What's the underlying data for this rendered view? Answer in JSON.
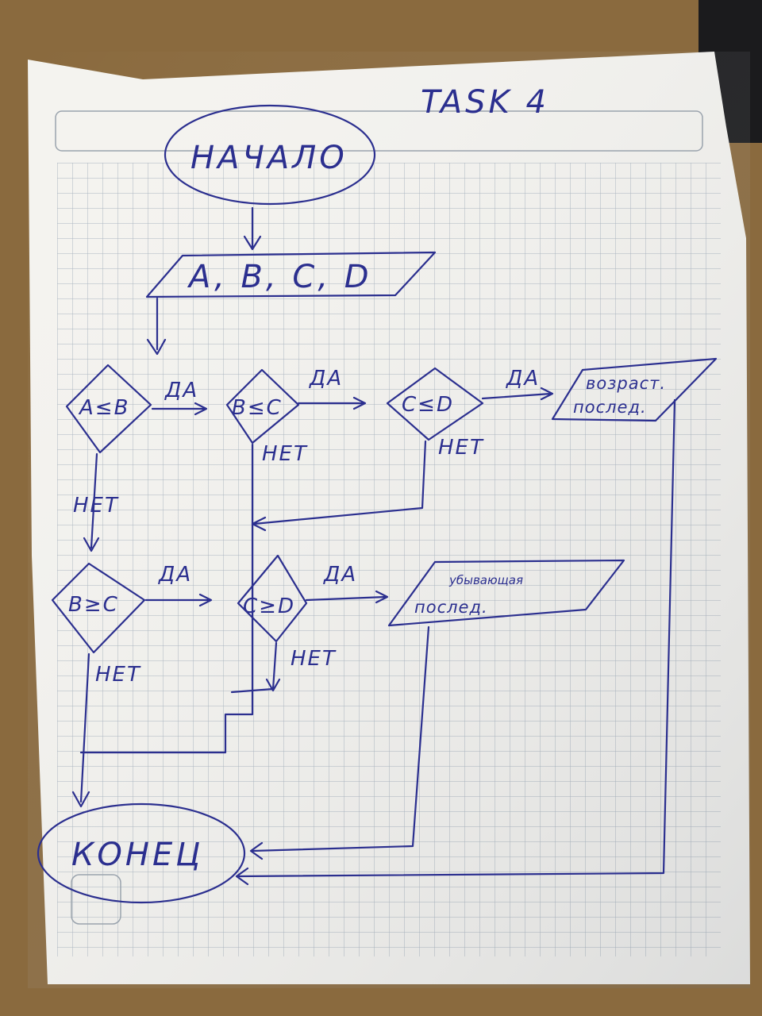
{
  "title": "TASK 4",
  "nodes": {
    "start": "НАЧАЛО",
    "input": "A, B, C, D",
    "d1": "A≤B",
    "d2": "B≤C",
    "d3": "C≤D",
    "d4": "B≥C",
    "d5": "C≥D",
    "out_asc_1": "возраст.",
    "out_asc_2": "послед.",
    "out_desc_1": "убывающая",
    "out_desc_2": "послед.",
    "end": "КОНЕЦ"
  },
  "labels": {
    "yes": "ДА",
    "no": "НЕТ"
  },
  "colors": {
    "ink": "#2b2f8f",
    "paper": "#f4f3ef",
    "grid": "#a9b4bf",
    "desk": "#8a6a3e"
  }
}
